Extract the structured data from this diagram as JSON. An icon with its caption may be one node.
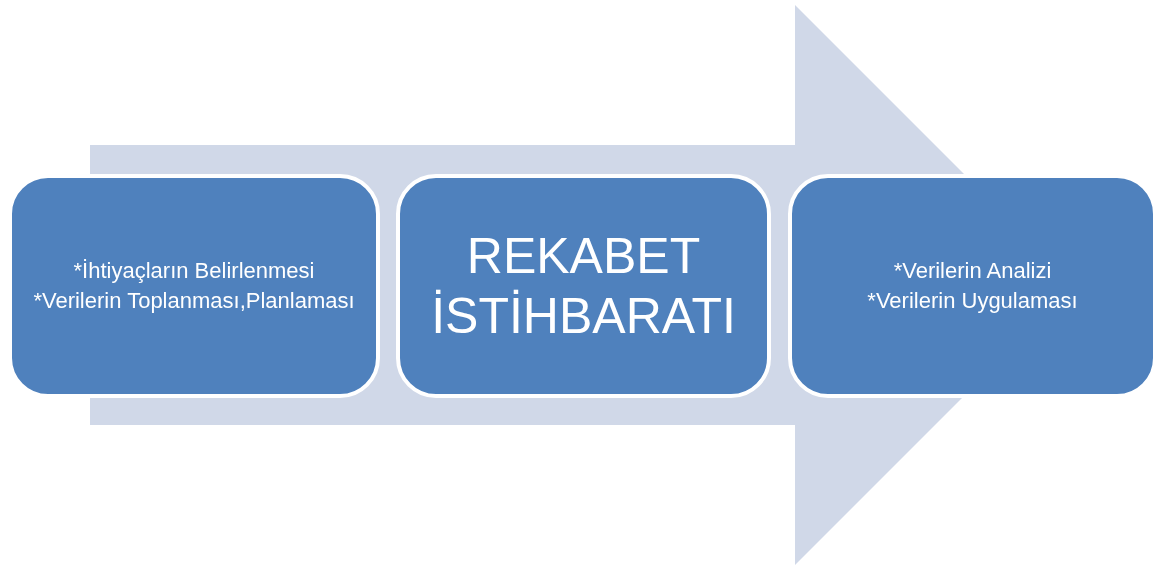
{
  "diagram": {
    "nodes": [
      {
        "text": [
          "*İhtiyaçların Belirlenmesi",
          "*Verilerin Toplanması,Planlaması"
        ]
      },
      {
        "text": [
          "REKABET İSTİHBARATI"
        ]
      },
      {
        "text": [
          "*Verilerin Analizi",
          "*Verilerin Uygulaması"
        ]
      }
    ],
    "edges": [
      {
        "from": 0,
        "to": 2,
        "arrow": "to"
      }
    ]
  }
}
